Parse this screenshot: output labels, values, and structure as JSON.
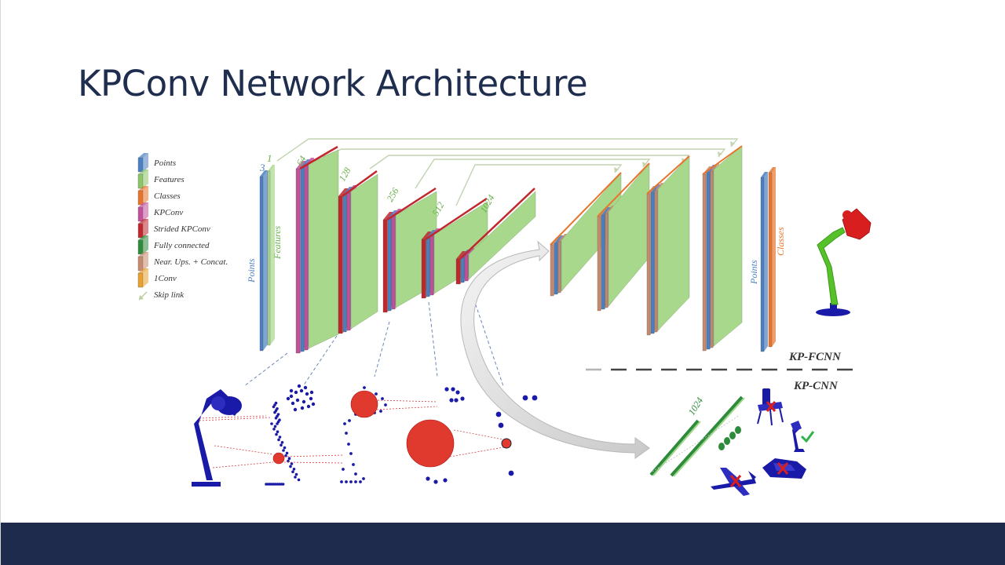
{
  "slide": {
    "title": "KPConv Network Architecture"
  },
  "legend": {
    "items": [
      {
        "label": "Points",
        "color": "#4a7fc1"
      },
      {
        "label": "Features",
        "color": "#8cc56a"
      },
      {
        "label": "Classes",
        "color": "#e8742b"
      },
      {
        "label": "KPConv",
        "color": "#c24f9b"
      },
      {
        "label": "Strided KPConv",
        "color": "#c0272d"
      },
      {
        "label": "Fully connected",
        "color": "#2e8b3c"
      },
      {
        "label": "Near. Ups. + Concat.",
        "color": "#c88a6e"
      },
      {
        "label": "1Conv",
        "color": "#e8a030"
      },
      {
        "label": "Skip link",
        "color": "#b8cfa0"
      }
    ]
  },
  "encoder": {
    "input_labels": {
      "points_dim": "3",
      "features_dim": "1",
      "points": "Points",
      "features": "Features"
    },
    "channels": [
      "64",
      "128",
      "256",
      "512",
      "1024"
    ]
  },
  "decoder": {
    "output_labels": {
      "points": "Points",
      "classes": "Classes"
    }
  },
  "branches": {
    "segmentation": "KP-FCNN",
    "classification": "KP-CNN",
    "fc_channels": "1024"
  },
  "colors": {
    "points": "#4a7fc1",
    "features": "#a8d88c",
    "classes": "#e8742b",
    "kpconv": "#c24f9b",
    "strided": "#c0272d",
    "upsample": "#c88a6e",
    "fc": "#2e8b3c",
    "points_cloud": "#1a1aa8",
    "kernel_sphere": "#e03a2e",
    "lamp_shade": "#d81e1e",
    "lamp_body": "#57c12a",
    "check": "#2fb34a",
    "cross": "#d81e1e",
    "footer": "#1f2b4d",
    "title": "#1f2d4e"
  }
}
